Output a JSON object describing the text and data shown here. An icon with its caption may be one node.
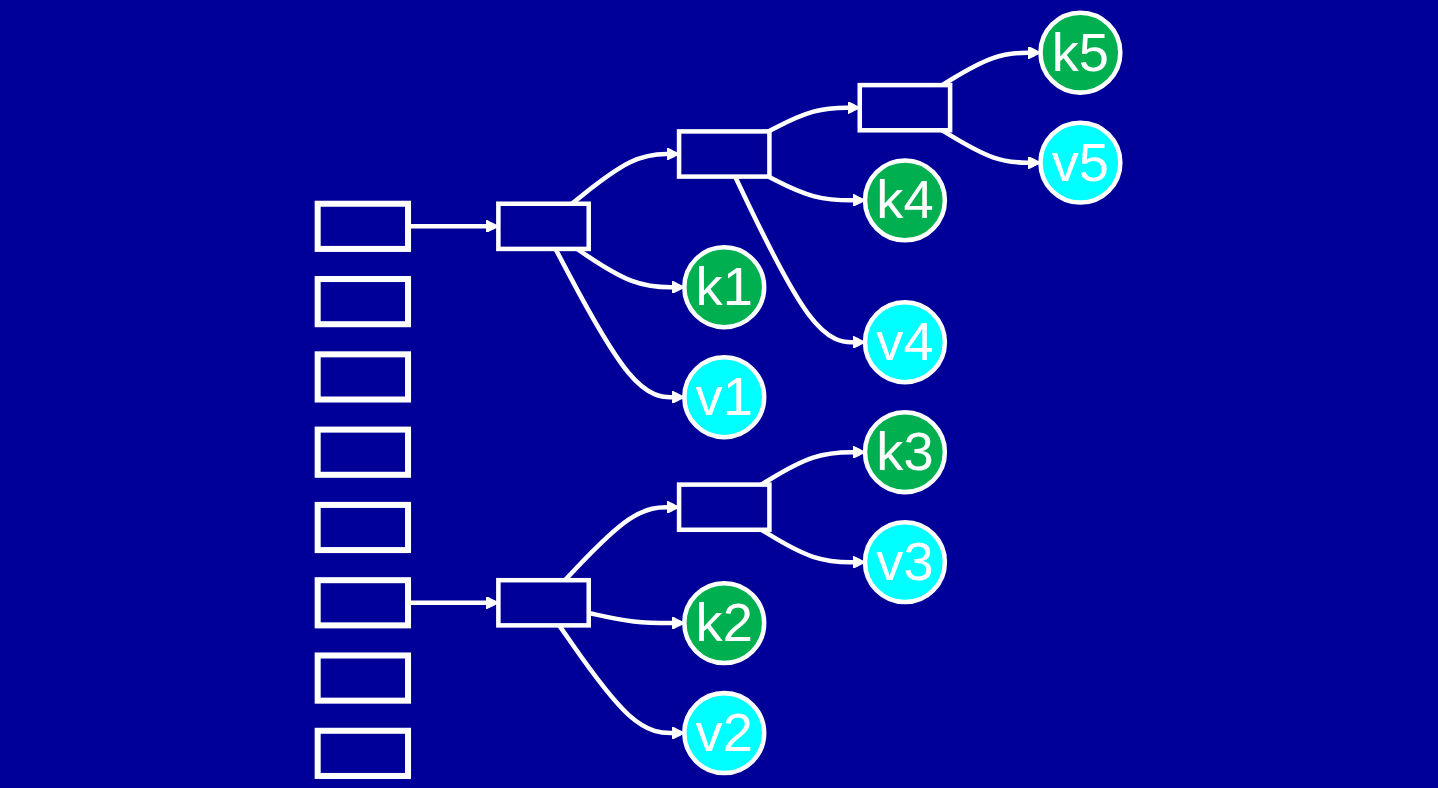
{
  "diagram": {
    "nodes": [
      {
        "text": [],
        "shape": "box"
      },
      {
        "text": [],
        "shape": "box"
      },
      {
        "text": [],
        "shape": "box"
      },
      {
        "text": [],
        "shape": "box"
      },
      {
        "text": [],
        "shape": "box"
      },
      {
        "text": [],
        "shape": "box"
      },
      {
        "text": [],
        "shape": "box"
      },
      {
        "text": [],
        "shape": "box"
      },
      {
        "text": [],
        "shape": "box"
      },
      {
        "text": [],
        "shape": "box"
      },
      {
        "text": [],
        "shape": "box"
      },
      {
        "text": [
          "k1"
        ]
      },
      {
        "text": [
          "v1"
        ]
      },
      {
        "text": [
          "k4"
        ]
      },
      {
        "text": [
          "v4"
        ]
      },
      {
        "text": [
          "k5"
        ]
      },
      {
        "text": [
          "v5"
        ]
      },
      {
        "text": [],
        "shape": "box"
      },
      {
        "text": [],
        "shape": "box"
      },
      {
        "text": [
          "k2"
        ]
      },
      {
        "text": [
          "v2"
        ]
      },
      {
        "text": [
          "k3"
        ]
      },
      {
        "text": [
          "v3"
        ]
      }
    ],
    "edges": [
      {
        "from": 0,
        "to": 8,
        "arrow": "to"
      },
      {
        "from": 8,
        "to": 9,
        "arrow": "to"
      },
      {
        "from": 9,
        "to": 10,
        "arrow": "to"
      },
      {
        "from": 8,
        "to": 11,
        "arrow": "to"
      },
      {
        "from": 8,
        "to": 12,
        "arrow": "to"
      },
      {
        "from": 9,
        "to": 13,
        "arrow": "to"
      },
      {
        "from": 9,
        "to": 14,
        "arrow": "to"
      },
      {
        "from": 10,
        "to": 15,
        "arrow": "to"
      },
      {
        "from": 10,
        "to": 16,
        "arrow": "to"
      },
      {
        "from": 5,
        "to": 17,
        "arrow": "to"
      },
      {
        "from": 17,
        "to": 18,
        "arrow": "to"
      },
      {
        "from": 17,
        "to": 19,
        "arrow": "to"
      },
      {
        "from": 17,
        "to": 20,
        "arrow": "to"
      },
      {
        "from": 18,
        "to": 21,
        "arrow": "to"
      },
      {
        "from": 18,
        "to": 22,
        "arrow": "to"
      }
    ]
  }
}
